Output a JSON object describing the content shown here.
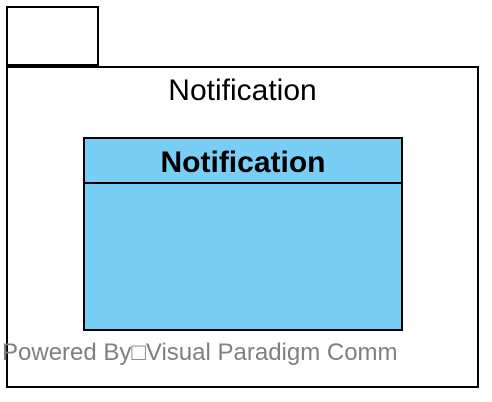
{
  "diagram": {
    "package": {
      "name": "Notification"
    },
    "class": {
      "name": "Notification",
      "fill_color": "#79CEF5"
    },
    "watermark": {
      "text": "Powered By□Visual Paradigm Comm"
    }
  }
}
